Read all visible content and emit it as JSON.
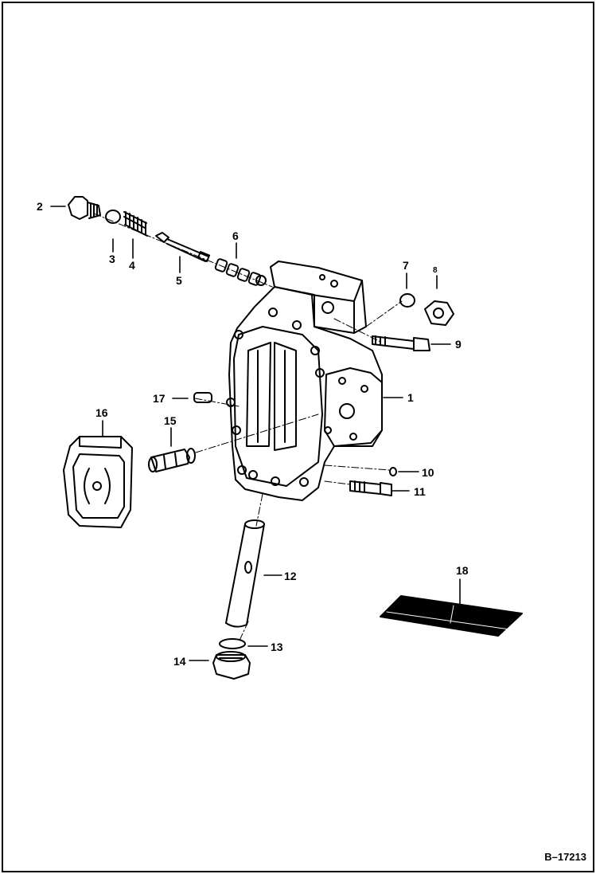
{
  "diagram": {
    "figure_code": "B–17213",
    "callouts": [
      {
        "id": "c2",
        "label": "2"
      },
      {
        "id": "c3",
        "label": "3"
      },
      {
        "id": "c4",
        "label": "4"
      },
      {
        "id": "c5",
        "label": "5"
      },
      {
        "id": "c6",
        "label": "6"
      },
      {
        "id": "c7",
        "label": "7"
      },
      {
        "id": "c8",
        "label": "8"
      },
      {
        "id": "c9",
        "label": "9"
      },
      {
        "id": "c1",
        "label": "1"
      },
      {
        "id": "c17",
        "label": "17"
      },
      {
        "id": "c16",
        "label": "16"
      },
      {
        "id": "c15",
        "label": "15"
      },
      {
        "id": "c10",
        "label": "10"
      },
      {
        "id": "c11",
        "label": "11"
      },
      {
        "id": "c12",
        "label": "12"
      },
      {
        "id": "c18",
        "label": "18"
      },
      {
        "id": "c13",
        "label": "13"
      },
      {
        "id": "c14",
        "label": "14"
      }
    ]
  }
}
